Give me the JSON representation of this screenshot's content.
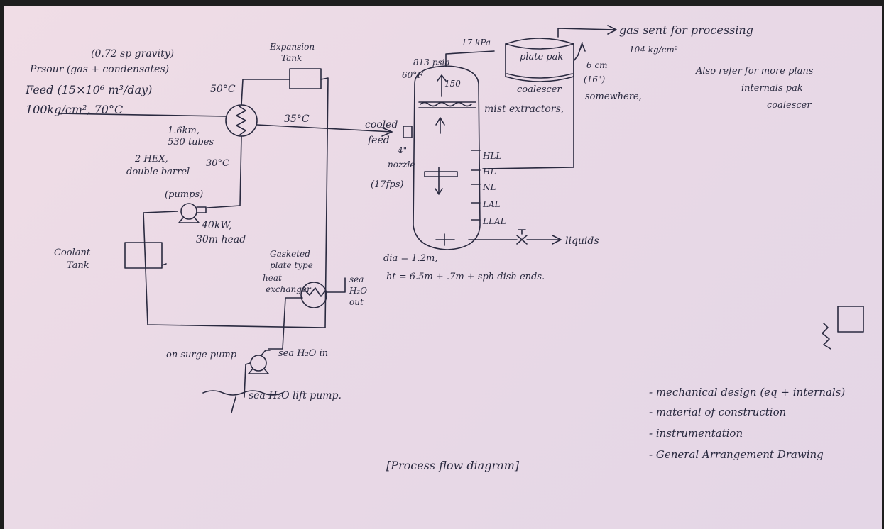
{
  "feed": {
    "line1": "(0.72 sp gravity)",
    "line2": "Prsour (gas + condensates)",
    "line3": "Feed (15×10⁶ m³/day)",
    "line4": "100kg/cm², 70°C"
  },
  "exchanger": {
    "temp_hot_out": "50°C",
    "temp_cooled": "35°C",
    "size": "1.6km,",
    "tubes": "530 tubes",
    "type_1": "2 HEX,",
    "type_2": "double barrel",
    "temp_coolant": "30°C"
  },
  "expansion_tank": {
    "line1": "Expansion",
    "line2": "Tank"
  },
  "pump": {
    "label": "(pumps)",
    "spec1": "40kW,",
    "spec2": "30m head"
  },
  "coolant_tank": {
    "line1": "Coolant",
    "line2": "Tank"
  },
  "plate_hex": {
    "line1": "Gasketed",
    "line2": "plate type",
    "line3": "heat",
    "line4": "exchanger"
  },
  "sea_water_out": {
    "line1": "sea",
    "line2": "H₂O",
    "line3": "out"
  },
  "sea_pumps": {
    "booster": "on surge pump",
    "in_label": "sea H₂O in",
    "lift": "sea H₂O lift pump."
  },
  "separator": {
    "cooled_feed_1": "cooled",
    "cooled_feed_2": "feed",
    "nozzle_1": "4\"",
    "nozzle_2": "nozzle",
    "nozzle_3": "(17fps)",
    "pressure_1": "813 psia",
    "pressure_2": "60°F",
    "top_label": "150",
    "mist": "mist extractors,",
    "levels": [
      "HLL",
      "HL",
      "NL",
      "LAL",
      "LLAL"
    ],
    "dims_1": "dia = 1.2m,",
    "dims_2": "ht = 6.5m + .7m + sph dish ends."
  },
  "coalescer": {
    "pressure": "17 kPa",
    "name": "plate pak",
    "label": "coalescer",
    "size": "6 cm",
    "size2": "(16\")",
    "somewhere": "somewhere,"
  },
  "gas_out": {
    "line1": "gas sent for processing",
    "line2": "104 kg/cm²"
  },
  "liquids": "liquids",
  "note": {
    "line1": "Also refer for more plans",
    "line2": "internals pak",
    "line3": "coalescer"
  },
  "checklist": [
    "- mechanical design (eq + internals)",
    "- material of construction",
    "- instrumentation",
    "- General Arrangement Drawing"
  ],
  "title": "[Process flow diagram]"
}
